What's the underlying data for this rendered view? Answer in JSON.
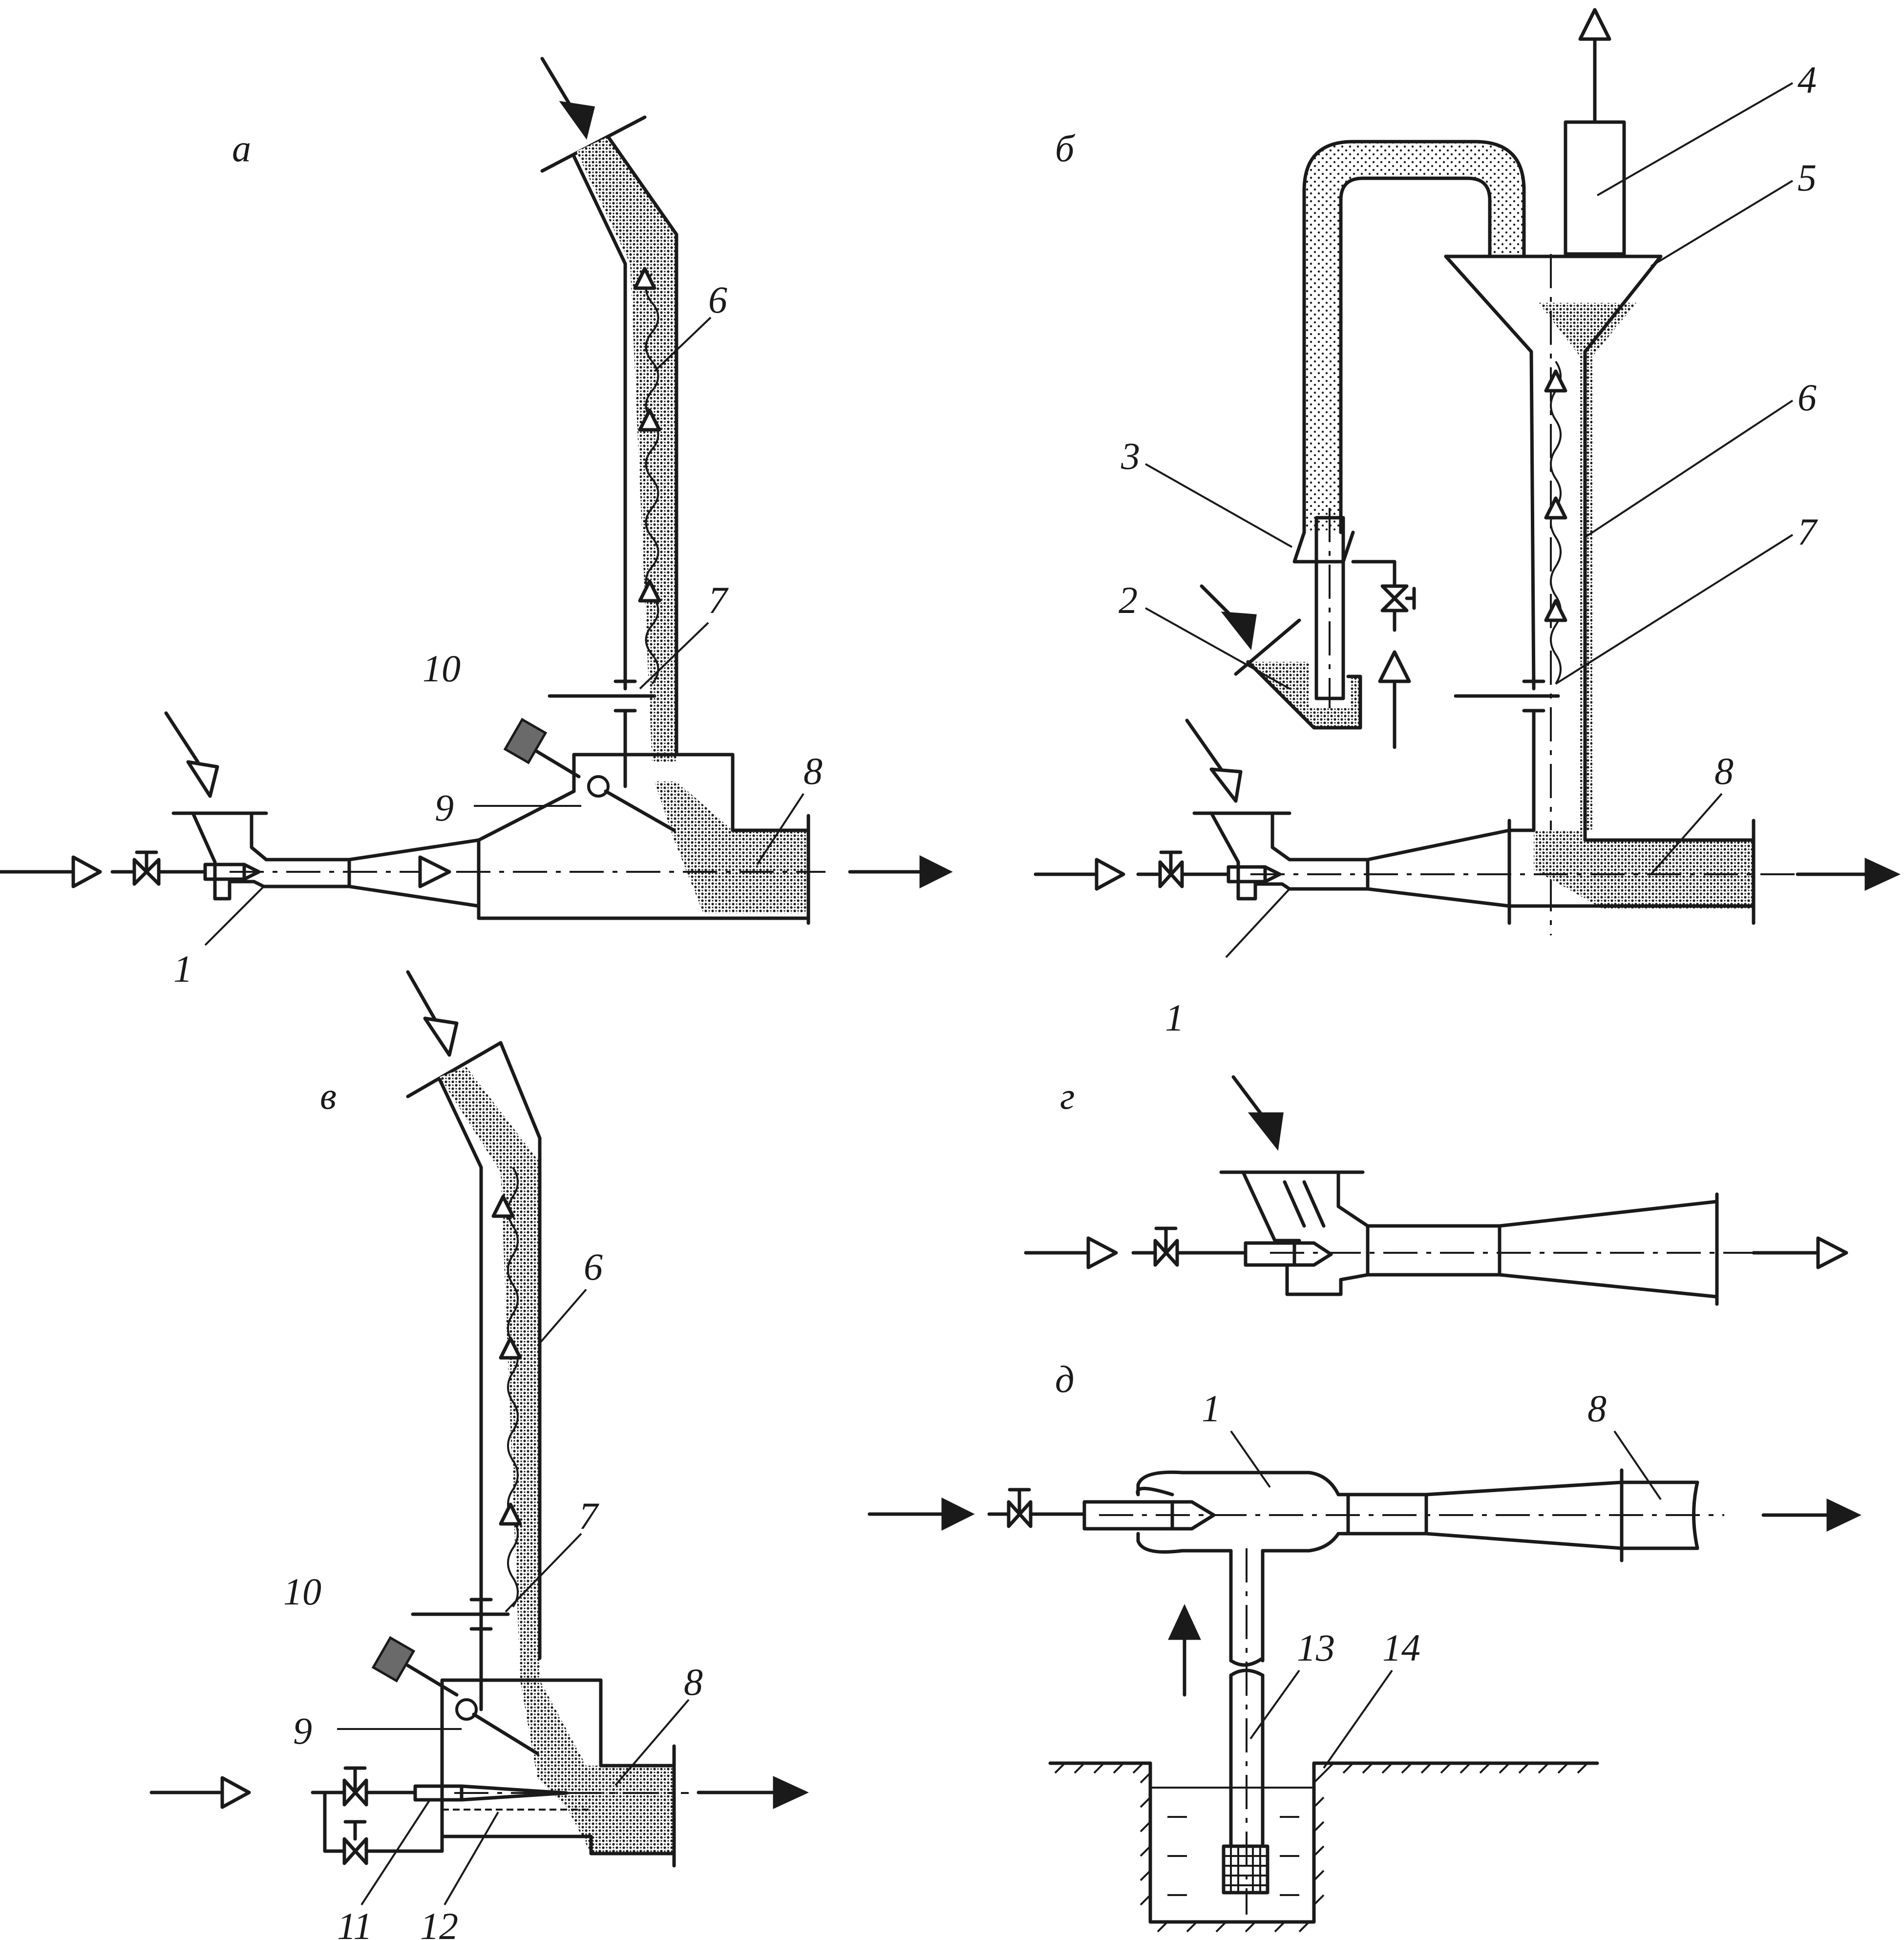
{
  "panels": {
    "a": {
      "letter": "а"
    },
    "b": {
      "letter": "б"
    },
    "v": {
      "letter": "в"
    },
    "g": {
      "letter": "г"
    },
    "d": {
      "letter": "д"
    }
  },
  "labels": {
    "n1": "1",
    "n2": "2",
    "n3": "3",
    "n4": "4",
    "n5": "5",
    "n6": "6",
    "n7": "7",
    "n8": "8",
    "n9": "9",
    "n10": "10",
    "n11": "11",
    "n12": "12",
    "n13": "13",
    "n14": "14"
  },
  "icons": {
    "open_arrow": "open-triangle-arrow-icon",
    "solid_arrow": "solid-triangle-arrow-icon",
    "valve": "gate-valve-icon",
    "counterweight": "counterweight-icon"
  },
  "colors": {
    "line": "#1a1a1a",
    "material_dots": "#1a1a1a",
    "counterweight": "#6a6a6a",
    "background": "#ffffff"
  }
}
